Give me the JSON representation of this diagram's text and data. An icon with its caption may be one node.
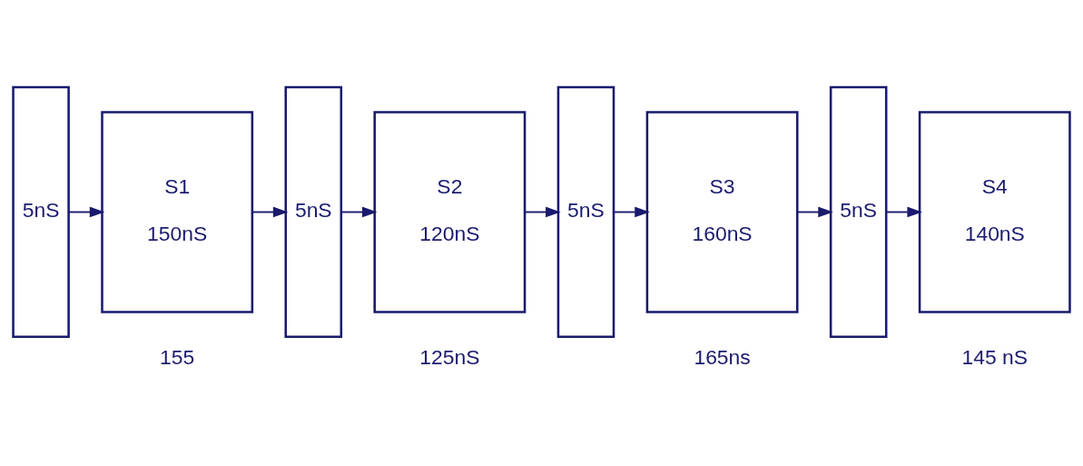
{
  "diagram": {
    "nodes": [
      {
        "text": [
          "5nS"
        ]
      },
      {
        "text": [
          "S1",
          "150nS"
        ]
      },
      {
        "text": [
          "5nS"
        ]
      },
      {
        "text": [
          "S2",
          "120nS"
        ]
      },
      {
        "text": [
          "5nS"
        ]
      },
      {
        "text": [
          "S3",
          "160nS"
        ]
      },
      {
        "text": [
          "5nS"
        ]
      },
      {
        "text": [
          "S4",
          "140nS"
        ]
      }
    ],
    "edges": [
      {
        "from": 0,
        "to": 1,
        "arrow": "to"
      },
      {
        "from": 1,
        "to": 2,
        "arrow": "to"
      },
      {
        "from": 2,
        "to": 3,
        "arrow": "to"
      },
      {
        "from": 3,
        "to": 4,
        "arrow": "to"
      },
      {
        "from": 4,
        "to": 5,
        "arrow": "to"
      },
      {
        "from": 5,
        "to": 6,
        "arrow": "to"
      },
      {
        "from": 6,
        "to": 7,
        "arrow": "to"
      }
    ],
    "labels": [
      "155",
      "125nS",
      "165ns",
      "145 nS"
    ]
  }
}
